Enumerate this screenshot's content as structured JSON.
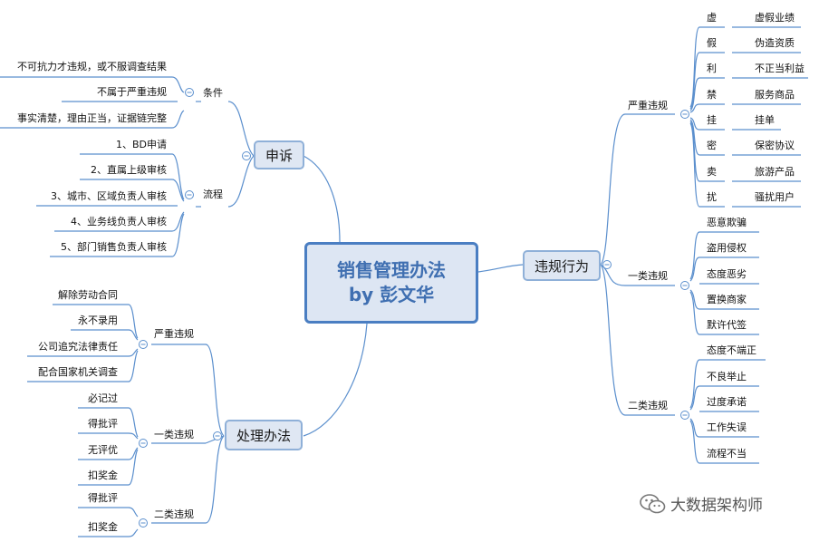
{
  "root": {
    "line1": "销售管理办法",
    "line2": "by 彭文华"
  },
  "branches": {
    "appeal": {
      "label": "申诉",
      "conditions": {
        "label": "条件",
        "items": [
          "不可抗力才违规，或不服调查结果",
          "不属于严重违规",
          "事实清楚，理由正当，证据链完整"
        ]
      },
      "process": {
        "label": "流程",
        "items": [
          "1、BD申请",
          "2、直属上级审核",
          "3、城市、区域负责人审核",
          "4、业务线负责人审核",
          "5、部门销售负责人审核"
        ]
      }
    },
    "handling": {
      "label": "处理办法",
      "severe": {
        "label": "严重违规",
        "items": [
          "解除劳动合同",
          "永不录用",
          "公司追究法律责任",
          "配合国家机关调查"
        ]
      },
      "class1": {
        "label": "一类违规",
        "items": [
          "必记过",
          "得批评",
          "无评优",
          "扣奖金"
        ]
      },
      "class2": {
        "label": "二类违规",
        "items": [
          "得批评",
          "扣奖金"
        ]
      }
    },
    "violations": {
      "label": "违规行为",
      "severe": {
        "label": "严重违规",
        "items": [
          {
            "char": "虚",
            "text": "虚假业绩"
          },
          {
            "char": "假",
            "text": "伪造资质"
          },
          {
            "char": "利",
            "text": "不正当利益"
          },
          {
            "char": "禁",
            "text": "服务商品"
          },
          {
            "char": "挂",
            "text": "挂单"
          },
          {
            "char": "密",
            "text": "保密协议"
          },
          {
            "char": "卖",
            "text": "旅游产品"
          },
          {
            "char": "扰",
            "text": "骚扰用户"
          }
        ]
      },
      "class1": {
        "label": "一类违规",
        "items": [
          "恶意欺骗",
          "盗用侵权",
          "态度恶劣",
          "置换商家",
          "默许代签"
        ]
      },
      "class2": {
        "label": "二类违规",
        "items": [
          "态度不端正",
          "不良举止",
          "过度承诺",
          "工作失误",
          "流程不当"
        ]
      }
    }
  },
  "watermark": {
    "text": "大数据架构师"
  },
  "colors": {
    "line": "#5b8fcd",
    "box_fill": "#dfe7f3",
    "box_border": "#8fb0d8",
    "root_border": "#4a7ec2",
    "root_text": "#3f6fb1"
  }
}
